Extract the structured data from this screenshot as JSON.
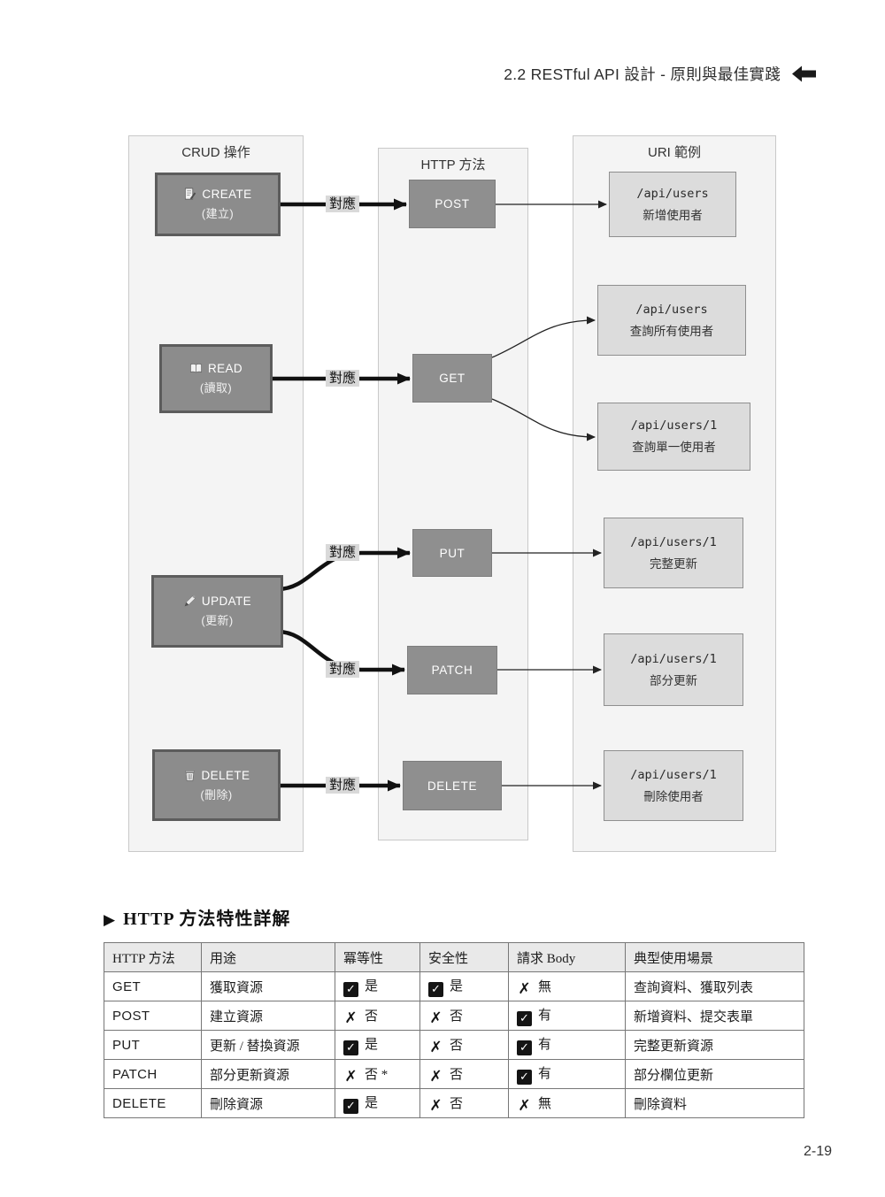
{
  "header": {
    "title": "2.2  RESTful API 設計 - 原則與最佳實踐",
    "back_icon": "left-arrow-icon"
  },
  "diagram": {
    "columns": {
      "crud_title": "CRUD 操作",
      "http_title": "HTTP 方法",
      "uri_title": "URI 範例"
    },
    "mapping_label": "對應",
    "crud_boxes": [
      {
        "icon": "memo-icon",
        "label": "CREATE",
        "sub": "(建立)"
      },
      {
        "icon": "book-icon",
        "label": "READ",
        "sub": "(讀取)"
      },
      {
        "icon": "pencil-icon",
        "label": "UPDATE",
        "sub": "(更新)"
      },
      {
        "icon": "trash-icon",
        "label": "DELETE",
        "sub": "(刪除)"
      }
    ],
    "http_boxes": [
      {
        "label": "POST"
      },
      {
        "label": "GET"
      },
      {
        "label": "PUT"
      },
      {
        "label": "PATCH"
      },
      {
        "label": "DELETE"
      }
    ],
    "uri_boxes": [
      {
        "path": "/api/users",
        "desc": "新增使用者"
      },
      {
        "path": "/api/users",
        "desc": "查詢所有使用者"
      },
      {
        "path": "/api/users/1",
        "desc": "查詢單一使用者"
      },
      {
        "path": "/api/users/1",
        "desc": "完整更新"
      },
      {
        "path": "/api/users/1",
        "desc": "部分更新"
      },
      {
        "path": "/api/users/1",
        "desc": "刪除使用者"
      }
    ]
  },
  "section": {
    "marker": "▶",
    "title": "HTTP 方法特性詳解"
  },
  "table": {
    "headers": [
      "HTTP 方法",
      "用途",
      "冪等性",
      "安全性",
      "請求 Body",
      "典型使用場景"
    ],
    "rows": [
      {
        "method": "GET",
        "usage": "獲取資源",
        "idempotent": {
          "mark": "✓",
          "text": "是"
        },
        "safety": {
          "mark": "✓",
          "text": "是"
        },
        "body": {
          "mark": "✗",
          "text": "無"
        },
        "scenario": "查詢資料、獲取列表"
      },
      {
        "method": "POST",
        "usage": "建立資源",
        "idempotent": {
          "mark": "✗",
          "text": "否"
        },
        "safety": {
          "mark": "✗",
          "text": "否"
        },
        "body": {
          "mark": "✓",
          "text": "有"
        },
        "scenario": "新增資料、提交表單"
      },
      {
        "method": "PUT",
        "usage": "更新 / 替換資源",
        "idempotent": {
          "mark": "✓",
          "text": "是"
        },
        "safety": {
          "mark": "✗",
          "text": "否"
        },
        "body": {
          "mark": "✓",
          "text": "有"
        },
        "scenario": "完整更新資源"
      },
      {
        "method": "PATCH",
        "usage": "部分更新資源",
        "idempotent": {
          "mark": "✗",
          "text": "否 *"
        },
        "safety": {
          "mark": "✗",
          "text": "否"
        },
        "body": {
          "mark": "✓",
          "text": "有"
        },
        "scenario": "部分欄位更新"
      },
      {
        "method": "DELETE",
        "usage": "刪除資源",
        "idempotent": {
          "mark": "✓",
          "text": "是"
        },
        "safety": {
          "mark": "✗",
          "text": "否"
        },
        "body": {
          "mark": "✗",
          "text": "無"
        },
        "scenario": "刪除資料"
      }
    ]
  },
  "footer": {
    "page_number": "2-19"
  },
  "colors": {
    "crud_box_fill": "#8c8c8c",
    "crud_box_border": "#5c5c5c",
    "http_box_fill": "#8f8f8f",
    "uri_box_fill": "#dcdcdc",
    "uri_box_border": "#8f8f8f",
    "panel_fill": "#f4f4f4",
    "panel_border": "#c9c9c9",
    "table_header_fill": "#e9e9e9",
    "map_label_fill": "#d9d9d9",
    "arrow_color": "#111111"
  }
}
